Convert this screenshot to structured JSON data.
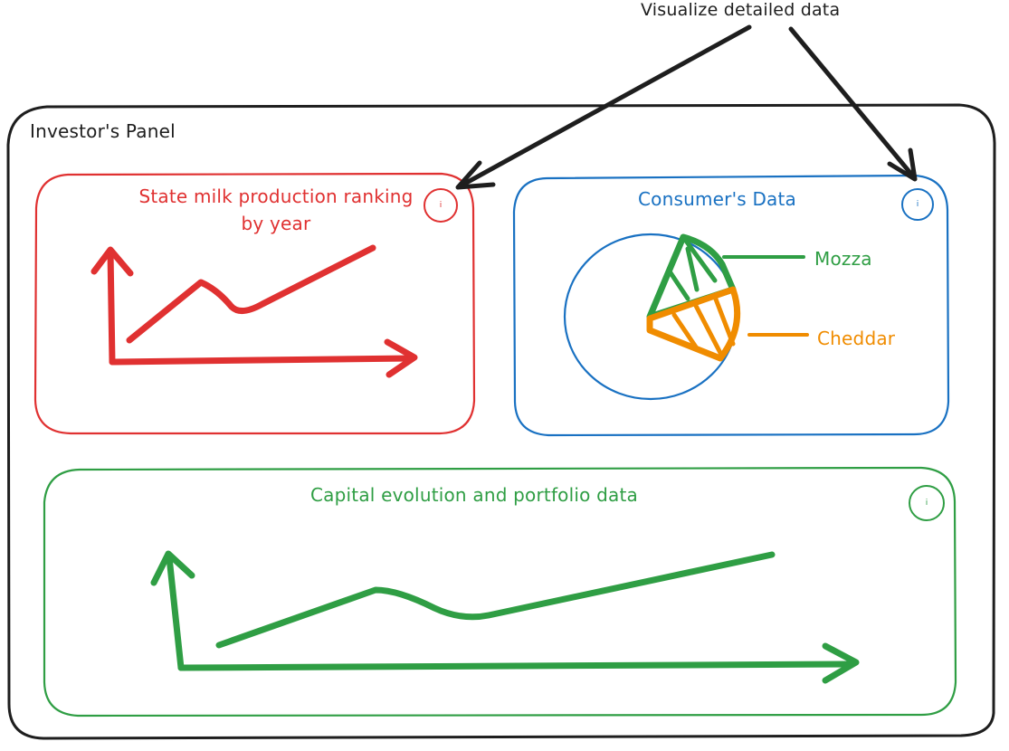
{
  "annotation": {
    "text": "Visualize detailed data"
  },
  "panel": {
    "title": "Investor's Panel"
  },
  "cards": {
    "milk": {
      "title": "State milk production ranking by year",
      "info": "i",
      "color": "#e03131"
    },
    "consumer": {
      "title": "Consumer's Data",
      "info": "i",
      "color": "#1971c2",
      "legend": [
        {
          "label": "Mozza",
          "color": "#2f9e44"
        },
        {
          "label": "Cheddar",
          "color": "#f08c00"
        }
      ]
    },
    "capital": {
      "title": "Capital evolution and portfolio data",
      "info": "i",
      "color": "#2f9e44"
    }
  },
  "ink": "#1e1e1e"
}
